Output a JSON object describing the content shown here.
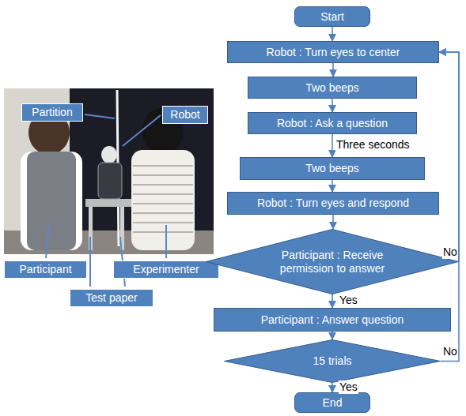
{
  "diagram": {
    "nodes": [
      {
        "text": [
          "Partition"
        ]
      },
      {
        "text": [
          "Robot"
        ]
      },
      {
        "text": [
          "Participant"
        ]
      },
      {
        "text": [
          "Experimenter"
        ]
      },
      {
        "text": [
          "Test paper"
        ]
      },
      {
        "text": [
          "Start"
        ]
      },
      {
        "text": [
          "Robot : Turn eyes to center"
        ]
      },
      {
        "text": [
          "Two beeps"
        ]
      },
      {
        "text": [
          "Robot : Ask a question"
        ]
      },
      {
        "text": [
          "Two beeps"
        ]
      },
      {
        "text": [
          "Robot : Turn eyes and respond"
        ]
      },
      {
        "text": [
          "Participant : Receive permission to answer"
        ]
      },
      {
        "text": [
          "Participant : Answer question"
        ]
      },
      {
        "text": [
          "15 trials"
        ]
      },
      {
        "text": [
          "End"
        ]
      }
    ],
    "edges": [
      {
        "from": 5,
        "to": 6,
        "arrow": "to"
      },
      {
        "from": 6,
        "to": 7,
        "arrow": "to"
      },
      {
        "from": 7,
        "to": 8,
        "arrow": "to"
      },
      {
        "from": 8,
        "to": 9,
        "label": "Three seconds",
        "arrow": "to"
      },
      {
        "from": 9,
        "to": 10,
        "arrow": "to"
      },
      {
        "from": 10,
        "to": 11,
        "arrow": "to"
      },
      {
        "from": 11,
        "to": 12,
        "label": "Yes",
        "arrow": "to"
      },
      {
        "from": 11,
        "to": 6,
        "label": "No",
        "arrow": "to"
      },
      {
        "from": 12,
        "to": 13,
        "arrow": "to"
      },
      {
        "from": 13,
        "to": 14,
        "label": "Yes",
        "arrow": "to"
      },
      {
        "from": 13,
        "to": 6,
        "label": "No",
        "arrow": "to"
      }
    ]
  }
}
